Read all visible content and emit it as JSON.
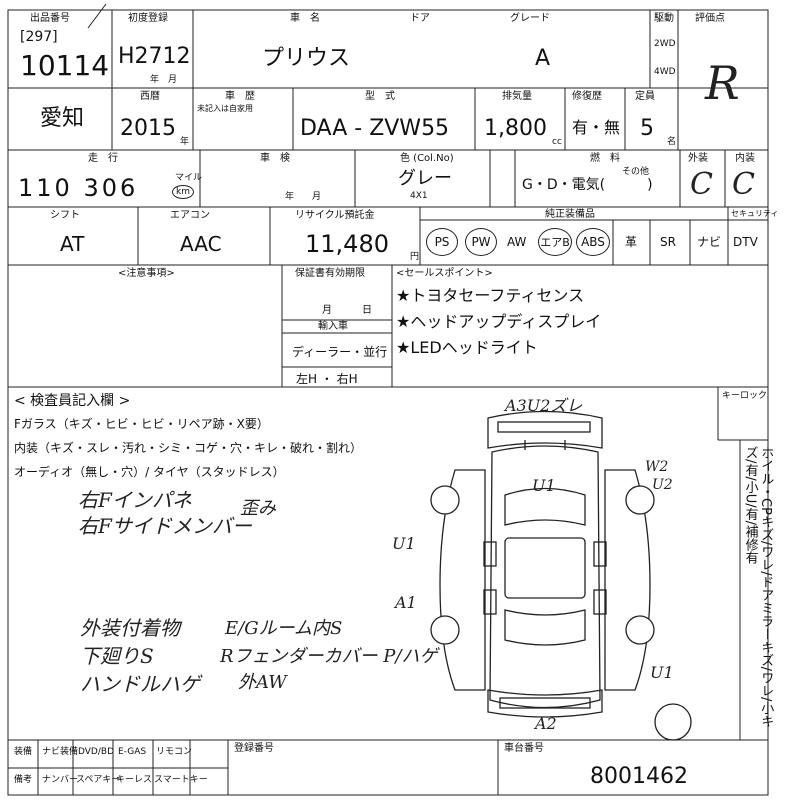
{
  "header": {
    "exhibit_no_label": "出品番号",
    "bracket_no": "[297]",
    "lot_no": "10114",
    "first_reg_label": "初度登録",
    "first_reg": "H2712",
    "year_month_label": "年　月",
    "car_name_label": "車　名",
    "door_label": "ドア",
    "grade_label": "グレード",
    "car_name": "プリウス",
    "grade": "A",
    "drive_label": "駆動",
    "drive_2wd": "2WD",
    "drive_4wd": "4WD",
    "score_label": "評価点",
    "score": "R"
  },
  "row2": {
    "region": "愛知",
    "year_label": "西暦",
    "year": "2015",
    "year_unit": "年",
    "inspection_label": "車　歴",
    "inspection_sub": "未記入は自家用",
    "model_label": "型　式",
    "model": "DAA - ZVW55",
    "displacement_label": "排気量",
    "displacement": "1,800",
    "cc_unit": "cc",
    "repair_label": "修復歴",
    "repair_value": "有・無",
    "capacity_label": "定員",
    "capacity": "5",
    "capacity_unit": "名"
  },
  "row3": {
    "mileage_label": "走　行",
    "mileage": "110 306",
    "mileage_unit_mile": "マイル",
    "mileage_unit_km": "km",
    "shaken_label": "車　検",
    "shaken_ym": "年　　月",
    "color_label": "色 (Col.No)",
    "color": "グレー",
    "color_code": "4X1",
    "fuel_label": "燃　料",
    "fuel_value": "G・D・電気(　　　)",
    "fuel_other": "その他",
    "exterior_label": "外装",
    "exterior": "C",
    "interior_label": "内装",
    "interior": "C"
  },
  "row4": {
    "shift_label": "シフト",
    "shift": "AT",
    "ac_label": "エアコン",
    "ac": "AAC",
    "recycle_label": "リサイクル預託金",
    "recycle": "11,480",
    "yen": "円",
    "equipment_label": "純正装備品",
    "equipment": [
      "PS",
      "PW",
      "AW",
      "エアB",
      "ABS",
      "革",
      "SR",
      "ナビ",
      "DTV"
    ],
    "circled": [
      "PS",
      "PW",
      "エアB",
      "ABS"
    ],
    "keyless_label": "セキュリティ"
  },
  "row5": {
    "notes_label": "<注意事項>",
    "warranty_label": "保証書有効期限",
    "warranty_md": "月　　　日",
    "import_label": "輸入車",
    "dealer": "ディーラー・並行",
    "handle": "左H ・ 右H",
    "sales_label": "<セールスポイント>",
    "sales_points": [
      "★トヨタセーフティセンス",
      "★ヘッドアップディスプレイ",
      "★LEDヘッドライト"
    ]
  },
  "inspector": {
    "title": "< 検査員記入欄 >",
    "glass": "Fガラス（キズ・ヒビ・ヒビ・リペア跡・X要）",
    "interior": "内装（キズ・スレ・汚れ・シミ・コゲ・穴・キレ・破れ・割れ）",
    "audio": "オーディオ（無し・穴）/ タイヤ（スタッドレス）",
    "hw1": "右Fインパネ",
    "hw2": "右Fサイドメンバー",
    "hw3": "歪み",
    "hw4": "外装付着物",
    "hw5": "下廻りS",
    "hw6": "ハンドルハゲ",
    "hw7": "E/Gルーム内S",
    "hw8": "Rフェンダーカバー P/ハゲ",
    "hw9": "外AW"
  },
  "diagram": {
    "top_note": "A3U2ズレ",
    "right_note1": "W2",
    "right_note2": "U2",
    "center_note": "U1",
    "left_note1": "U1",
    "left_note2": "A1",
    "right_lower": "U1",
    "bottom_note": "A2",
    "keylock": "キーロック"
  },
  "legend_vertical": "ホイル・CPキズ/ワレ/ドアミラーキズ/ワレ/小キズ/有/小U/有/補修有",
  "footer": {
    "rows": [
      "装備",
      "備考",
      "ナビ装備",
      "DVD/BD",
      "E-GAS",
      "リモコン",
      "ナンバー",
      "スペアキー",
      "キーレス",
      "スマートキー"
    ],
    "reg_label": "登録番号",
    "chassis_label": "車台番号",
    "chassis": "8001462"
  },
  "colors": {
    "ink": "#111111",
    "line": "#222222"
  }
}
